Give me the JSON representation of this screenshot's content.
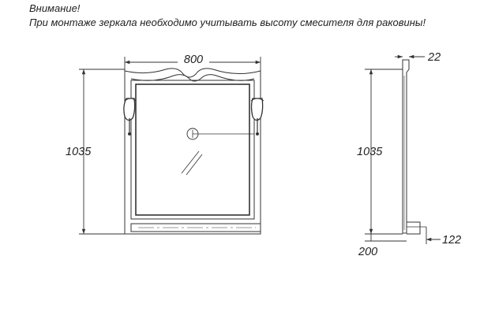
{
  "warning": {
    "title": "Внимание!",
    "text": "При монтаже зеркала необходимо учитывать высоту смесителя для раковины!"
  },
  "dimensions": {
    "width": "800",
    "height_front": "1035",
    "height_side": "1035",
    "depth_top": "22",
    "shelf_depth": "122",
    "shelf_height": "200"
  },
  "colors": {
    "line": "#333333",
    "text": "#222222"
  }
}
